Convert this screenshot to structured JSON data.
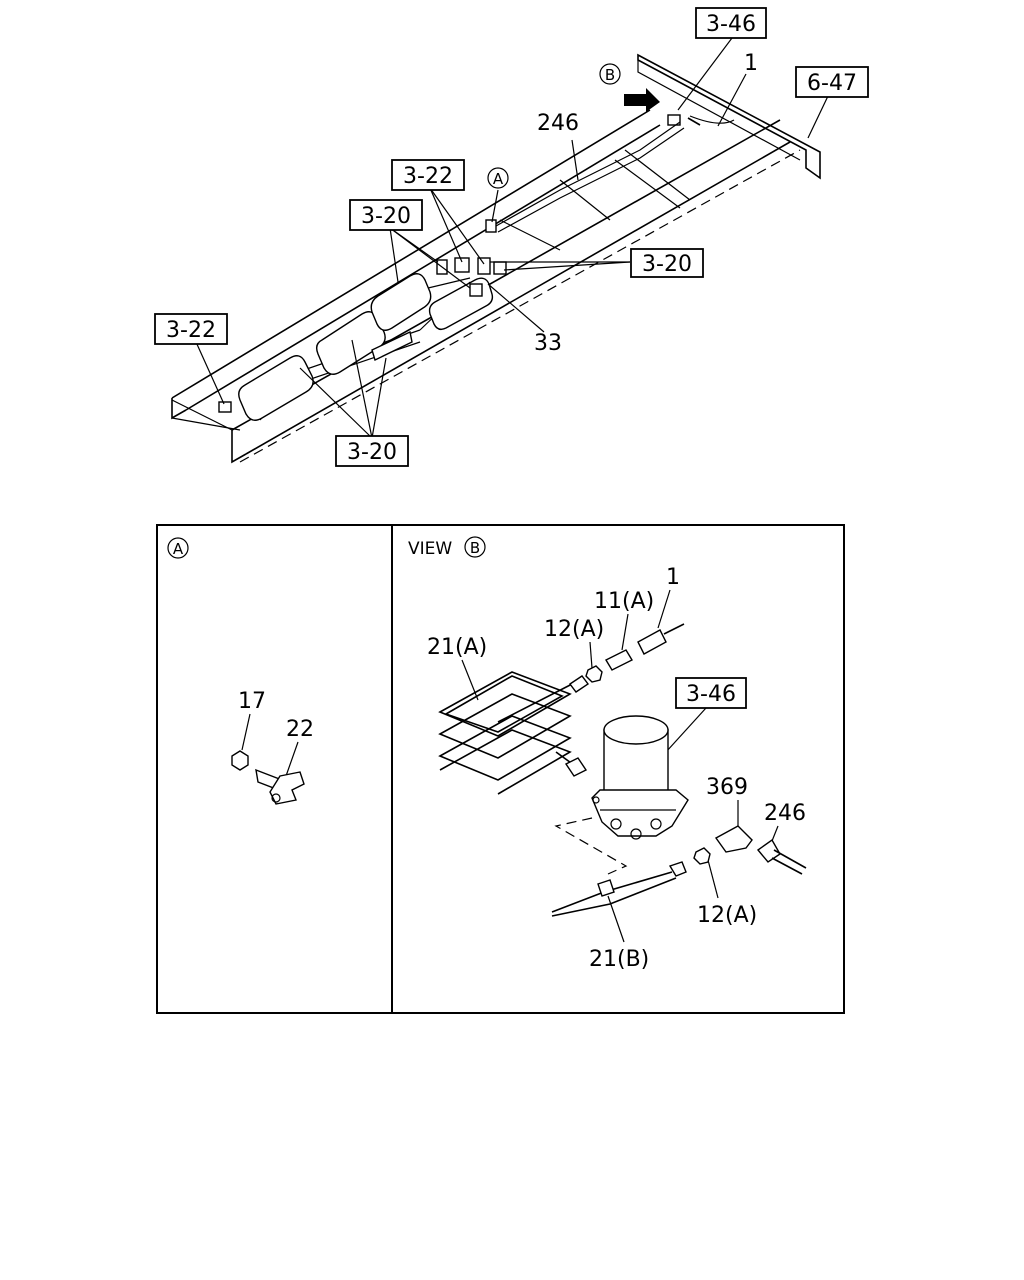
{
  "top": {
    "ref_labels": {
      "r346_top": "3-46",
      "r647": "6-47",
      "r322_upper": "3-22",
      "r320_upper": "3-20",
      "r320_right": "3-20",
      "r322_left": "3-22",
      "r320_lower": "3-20"
    },
    "callouts": {
      "c1": "1",
      "c246": "246",
      "c33": "33",
      "circle_b": "B",
      "circle_a": "A"
    }
  },
  "panel_a": {
    "circle": "A",
    "labels": {
      "p17": "17",
      "p22": "22"
    }
  },
  "panel_b": {
    "view_text": "VIEW",
    "circle": "B",
    "ref_346": "3-46",
    "labels": {
      "p1": "1",
      "p11a": "11(A)",
      "p12a_top": "12(A)",
      "p21a": "21(A)",
      "p369": "369",
      "p246": "246",
      "p12a_bot": "12(A)",
      "p21b": "21(B)"
    }
  }
}
